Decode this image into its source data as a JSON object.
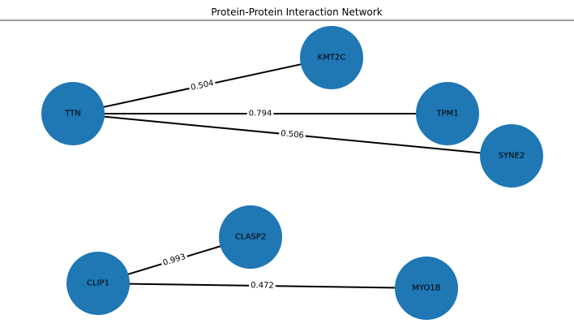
{
  "title": "Protein-Protein Interaction Network",
  "colors": {
    "node": "#1f77b4",
    "edge": "#000000",
    "background": "#ffffff",
    "text": "#000000"
  },
  "nodes": [
    {
      "id": "TTN",
      "label": "TTN"
    },
    {
      "id": "KMT2C",
      "label": "KMT2C"
    },
    {
      "id": "TPM1",
      "label": "TPM1"
    },
    {
      "id": "SYNE2",
      "label": "SYNE2"
    },
    {
      "id": "CLASP2",
      "label": "CLASP2"
    },
    {
      "id": "CLIP1",
      "label": "CLIP1"
    },
    {
      "id": "MYO1B",
      "label": "MYO1B"
    }
  ],
  "edges": [
    {
      "source": "TTN",
      "target": "KMT2C",
      "weight": "0.504"
    },
    {
      "source": "TTN",
      "target": "TPM1",
      "weight": "0.794"
    },
    {
      "source": "TTN",
      "target": "SYNE2",
      "weight": "0.506"
    },
    {
      "source": "CLIP1",
      "target": "CLASP2",
      "weight": "0.993"
    },
    {
      "source": "CLIP1",
      "target": "MYO1B",
      "weight": "0.472"
    }
  ]
}
